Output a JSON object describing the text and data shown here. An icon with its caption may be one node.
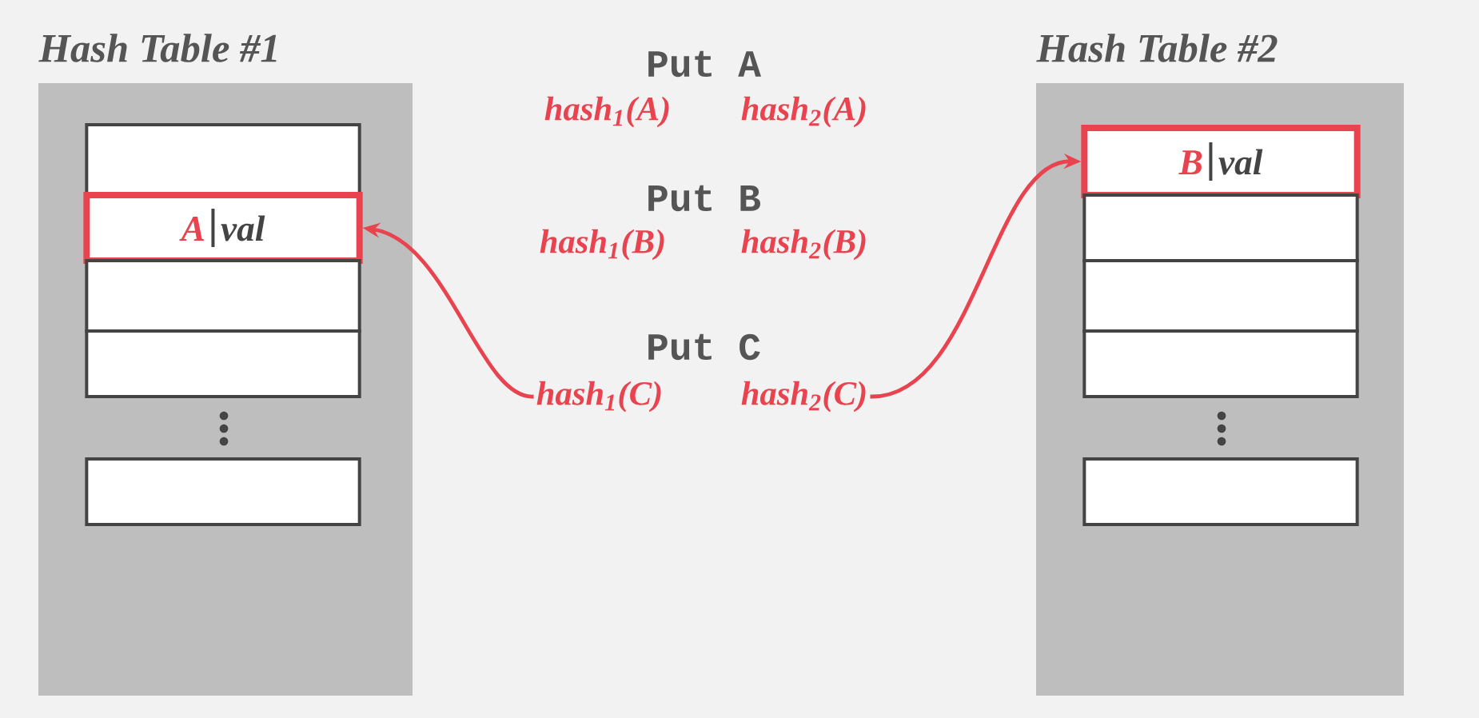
{
  "diagram": {
    "nodes": [
      {
        "text": [
          "Hash Table #1"
        ]
      },
      {
        "text": [],
        "shape": "box",
        "in": 0
      },
      {
        "text": [
          "A",
          "val"
        ],
        "in": 0
      },
      {
        "text": [],
        "shape": "box",
        "in": 0
      },
      {
        "text": [],
        "shape": "box",
        "in": 0
      },
      {
        "text": [],
        "shape": "box",
        "in": 0
      },
      {
        "text": [
          "Hash Table #2"
        ]
      },
      {
        "text": [
          "B",
          "val"
        ],
        "in": 6
      },
      {
        "text": [],
        "shape": "box",
        "in": 6
      },
      {
        "text": [],
        "shape": "box",
        "in": 6
      },
      {
        "text": [],
        "shape": "box",
        "in": 6
      },
      {
        "text": [],
        "shape": "box",
        "in": 6
      },
      {
        "text": [
          "hash$_{1}$(C)"
        ]
      },
      {
        "text": [
          "hash$_{2}$(C)"
        ]
      }
    ],
    "edges": [
      {
        "from": 12,
        "to": 2,
        "arrow": "to"
      },
      {
        "from": 13,
        "to": 7,
        "arrow": "to"
      }
    ],
    "labels": [
      "Put A",
      "hash$_{1}$(A)",
      "hash$_{2}$(A)",
      "Put B",
      "hash$_{1}$(B)",
      "hash$_{2}$(B)",
      "Put C"
    ]
  }
}
